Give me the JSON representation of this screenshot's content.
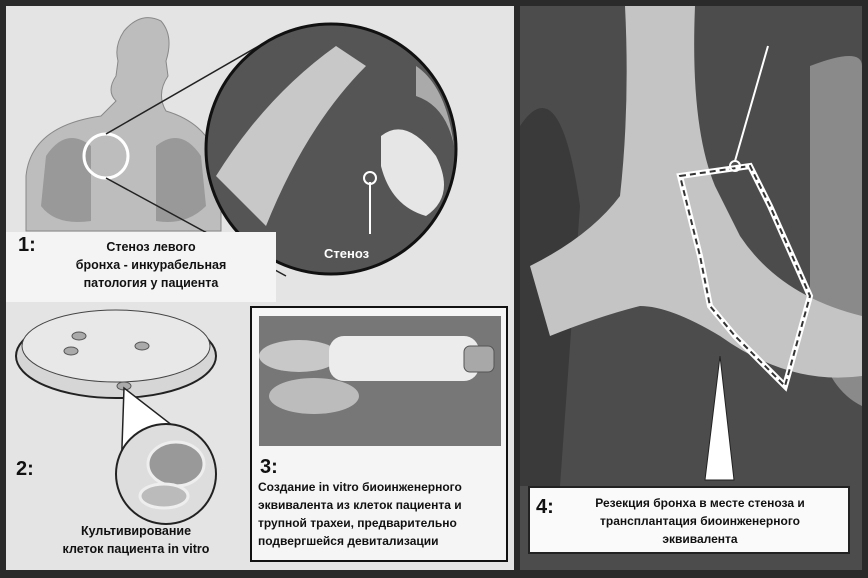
{
  "steps": [
    {
      "number": "1:",
      "caption_lines": [
        "Стеноз левого",
        "бронха - инкурабельная",
        "патология у пациента"
      ]
    },
    {
      "number": "2:",
      "caption_lines": [
        "Культивирование",
        "клеток пациента in vitro"
      ]
    },
    {
      "number": "3:",
      "caption_lines": [
        "Создание in vitro биоинженерного",
        "эквивалента из клеток пациента и",
        "трупной  трахеи,  предварительно",
        "подвергшейся девитализации"
      ]
    },
    {
      "number": "4:",
      "caption_lines": [
        "Резекция бронха в месте стеноза и",
        "трансплантация биоинженерного",
        "эквивалента"
      ]
    }
  ],
  "callout_label": "Стеноз"
}
